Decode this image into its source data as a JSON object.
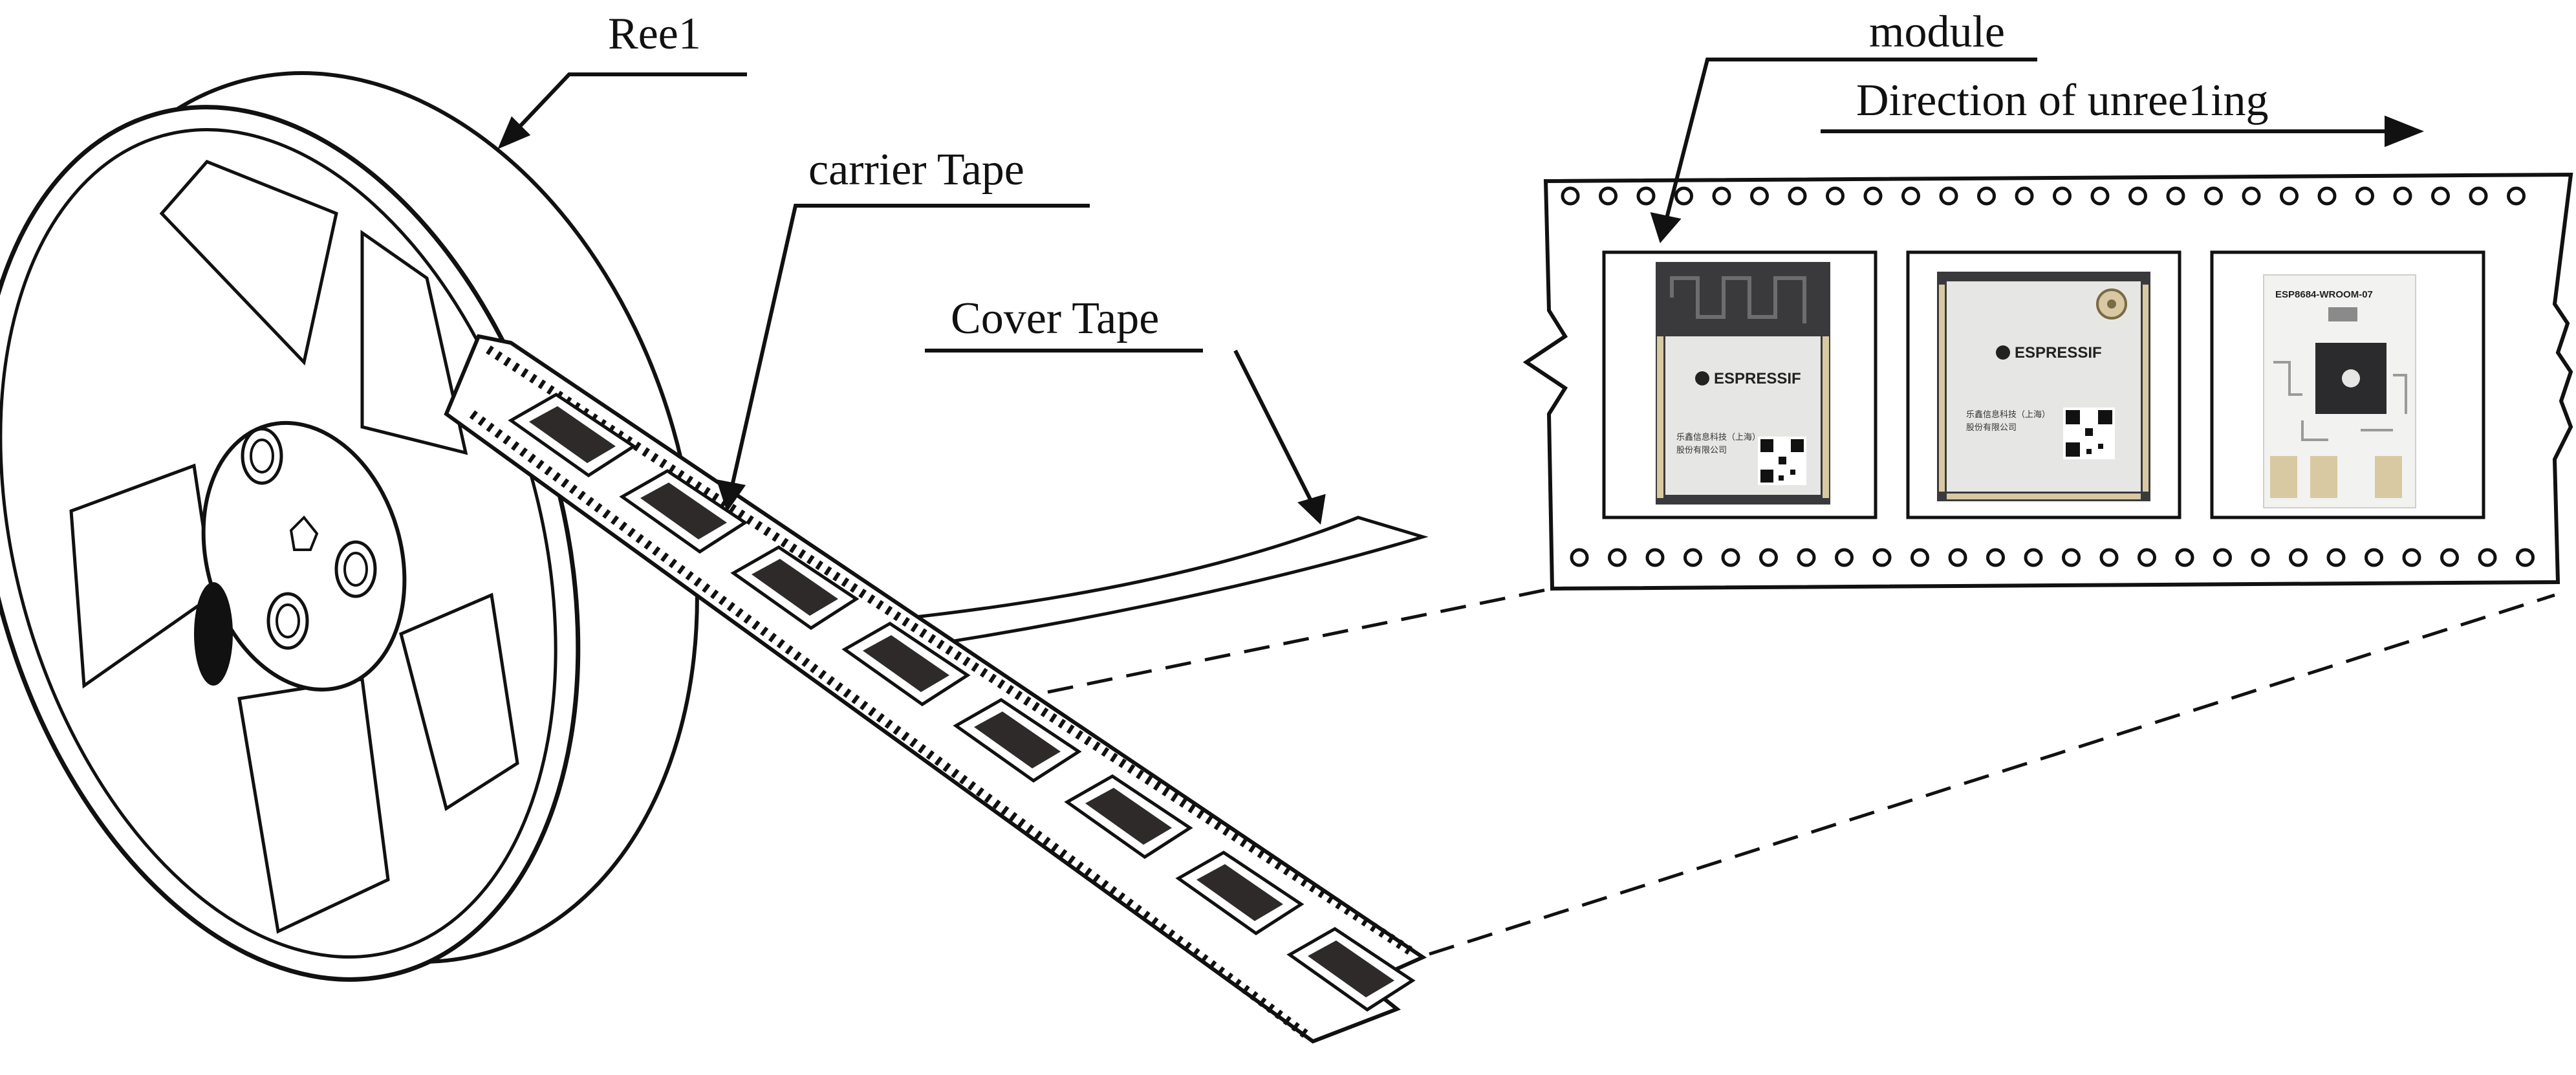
{
  "labels": {
    "reel": "Ree1",
    "carrier_tape": "carrier Tape",
    "cover_tape": "Cover Tape",
    "module": "module",
    "direction": "Direction of unree1ing"
  },
  "modules": [
    {
      "brand": "ESPRESSIF",
      "chinese": "乐鑫信息科技（上海）",
      "chinese2": "股份有限公司"
    },
    {
      "brand": "ESPRESSIF",
      "chinese": "乐鑫信息科技（上海）",
      "chinese2": "股份有限公司"
    },
    {
      "part": "ESP8684-WROOM-07"
    }
  ],
  "colors": {
    "line": "#111111",
    "pocket": "#2e2a2a",
    "module_body": "#e6e6e4",
    "module_pcb": "#3a3a3c",
    "gold": "#d8c9a2"
  }
}
